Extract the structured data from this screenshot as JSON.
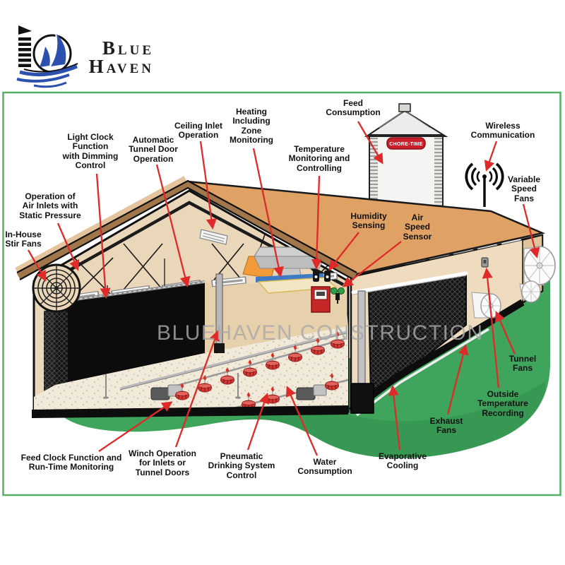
{
  "logo": {
    "line1": "Blue",
    "line2": "Haven"
  },
  "silo": {
    "brand": "CHORE-TIME"
  },
  "watermark": "BLUEHAVEN CONSTRUCTION",
  "palette": {
    "roof_orange": "#E0A165",
    "roof_fascia": "#A2764B",
    "wall_tan": "#EAD6B8",
    "grass_green": "#3FA45C",
    "frame_green": "#57AF6C",
    "leader_red": "#E02A2A",
    "logo_blue": "#2B50AE",
    "silo_badge_red": "#C8202A",
    "feeder_red": "#D33A33"
  },
  "labels": {
    "light_clock": {
      "text": "Light Clock\nFunction\nwith Dimming\nControl"
    },
    "auto_tunnel": {
      "text": "Automatic\nTunnel Door\nOperation"
    },
    "ceiling_inlet": {
      "text": "Ceiling Inlet\nOperation"
    },
    "heating_zone": {
      "text": "Heating\nIncluding\nZone\nMonitoring"
    },
    "feed_consumption": {
      "text": "Feed\nConsumption"
    },
    "wireless": {
      "text": "Wireless\nCommunication"
    },
    "temp_monitoring": {
      "text": "Temperature\nMonitoring and\nControlling"
    },
    "humidity": {
      "text": "Humidity\nSensing"
    },
    "air_speed": {
      "text": "Air\nSpeed\nSensor"
    },
    "variable_fans": {
      "text": "Variable\nSpeed\nFans"
    },
    "air_inlets": {
      "text": "Operation of\nAir Inlets with\nStatic Pressure"
    },
    "stir_fans": {
      "text": "In-House\nStir Fans"
    },
    "tunnel_fans": {
      "text": "Tunnel\nFans"
    },
    "outside_temp": {
      "text": "Outside\nTemperature\nRecording"
    },
    "exhaust_fans": {
      "text": "Exhaust\nFans"
    },
    "evap_cooling": {
      "text": "Evaporative\nCooling"
    },
    "water": {
      "text": "Water\nConsumption"
    },
    "pneumatic": {
      "text": "Pneumatic\nDrinking System\nControl"
    },
    "winch": {
      "text": "Winch Operation\nfor Inlets or\nTunnel Doors"
    },
    "feed_clock": {
      "text": "Feed Clock Function and\nRun-Time Monitoring"
    }
  }
}
